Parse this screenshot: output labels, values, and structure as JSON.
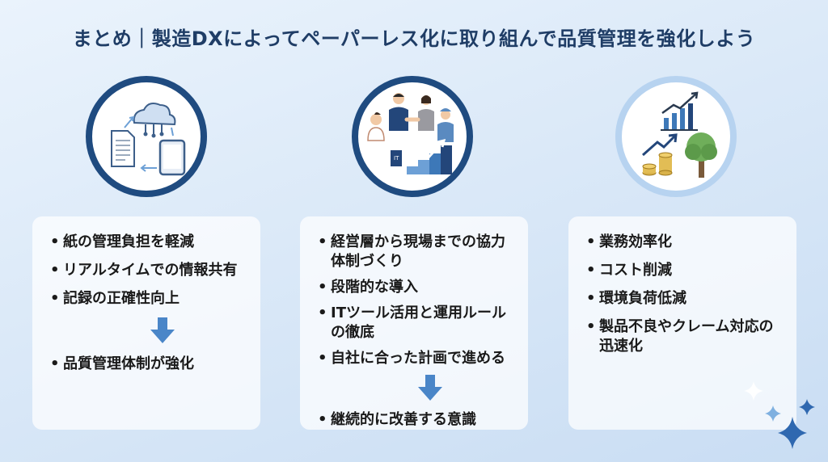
{
  "title": "まとめ｜製造DXによってペーパーレス化に取り組んで品質管理を強化しよう",
  "columns": [
    {
      "items_before": [
        "紙の管理負担を軽減",
        "リアルタイムでの情報共有",
        "記録の正確性向上"
      ],
      "items_after": [
        "品質管理体制が強化"
      ]
    },
    {
      "items_before": [
        "経営層から現場までの協力体制づくり",
        "段階的な導入",
        "ITツール活用と運用ルールの徹底",
        "自社に合った計画で進める"
      ],
      "items_after": [
        "継続的に改善する意識"
      ]
    },
    {
      "items": [
        "業務効率化",
        "コスト削減",
        "環境負荷低減",
        "製品不良やクレーム対応の迅速化"
      ]
    }
  ],
  "icons": {
    "c1": [
      "cloud-icon",
      "document-icon",
      "tablet-icon"
    ],
    "c2": [
      "business-people-icon",
      "handshake-icon",
      "growth-stairs-icon"
    ],
    "c3": [
      "bar-chart-icon",
      "trend-arrow-icon",
      "coins-icon",
      "tree-icon"
    ]
  },
  "colors": {
    "title": "#1f3d66",
    "accent": "#1f4b80",
    "arrow": "#4a86c8"
  },
  "it_book_label": "IT"
}
